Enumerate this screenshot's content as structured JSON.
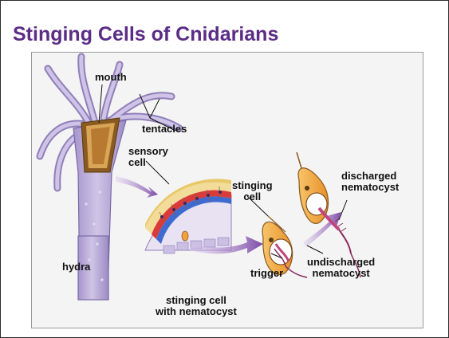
{
  "slide": {
    "title": "Stinging Cells of Cnidarians"
  },
  "figure": {
    "labels": {
      "mouth": "mouth",
      "tentacles": "tentacles",
      "sensory_cell": [
        "sensory",
        "cell"
      ],
      "stinging_cell": [
        "stinging",
        "cell"
      ],
      "discharged_nematocyst": [
        "discharged",
        "nematocyst"
      ],
      "hydra": "hydra",
      "trigger": "trigger",
      "undischarged_nematocyst": [
        "undischarged",
        "nematocyst"
      ],
      "stinging_cell_caption": [
        "stinging cell",
        "with nematocyst"
      ]
    }
  },
  "colors": {
    "title": "#5b2d86",
    "hydra_body": "#b7a9d6",
    "cell_orange": "#f2a23a",
    "arrow_purple": "#8c5bb0",
    "nematocyst": "#c0457e"
  }
}
